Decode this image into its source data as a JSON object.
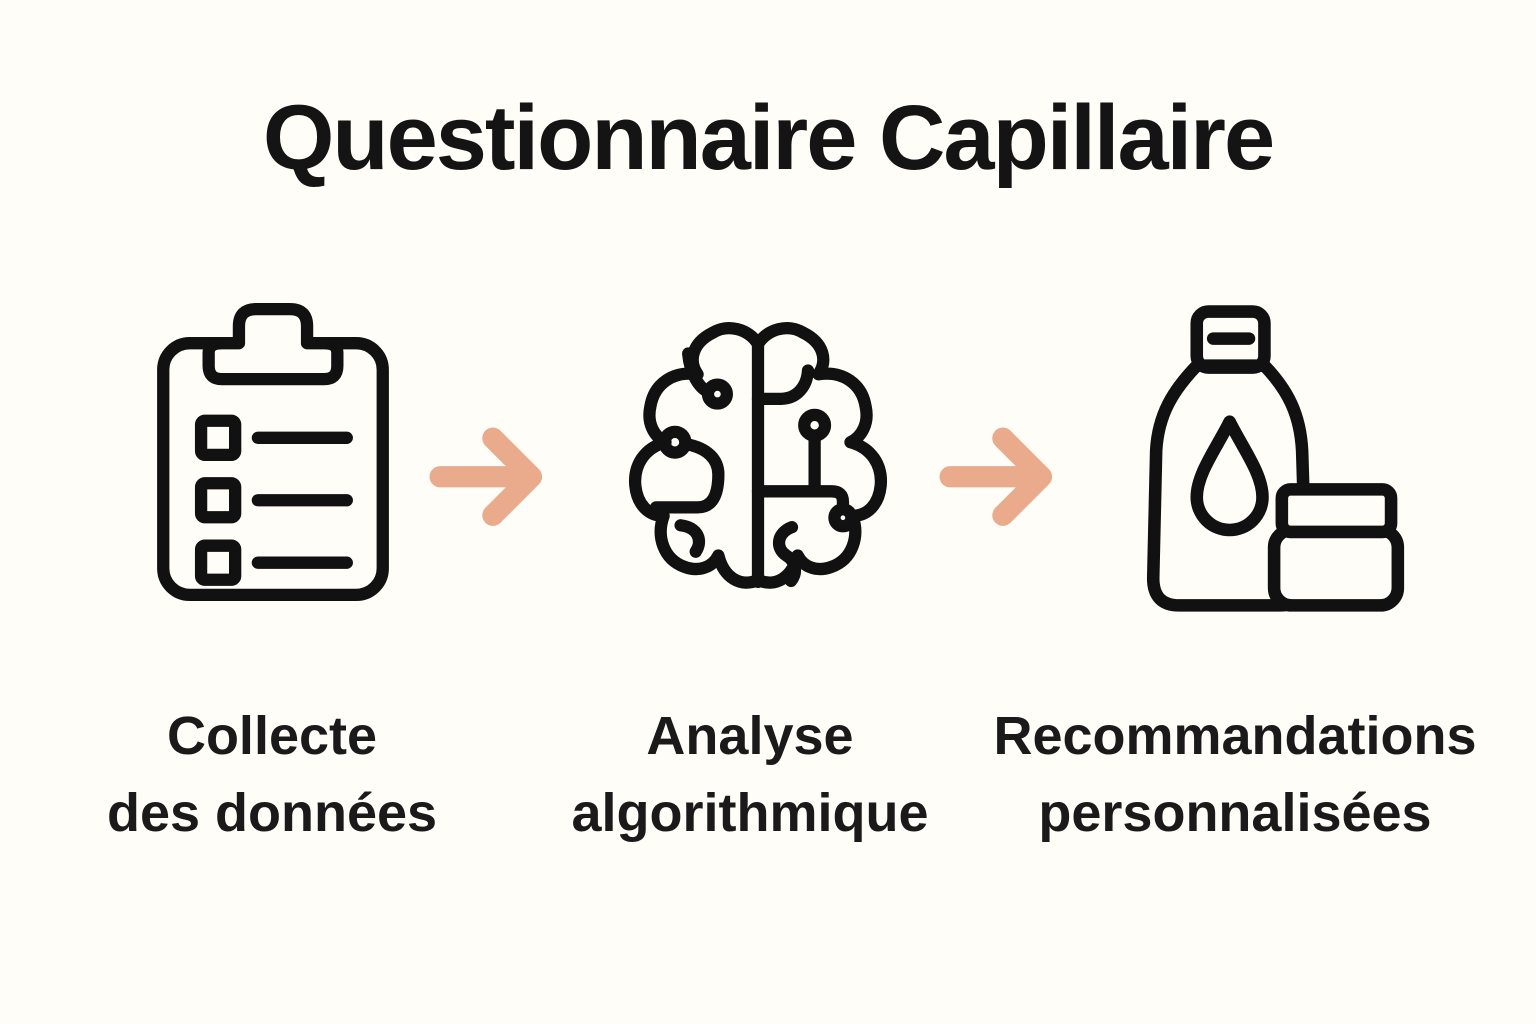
{
  "title": "Questionnaire Capillaire",
  "steps": [
    {
      "icon": "clipboard-checklist",
      "line1": "Collecte",
      "line2": "des données"
    },
    {
      "icon": "ai-brain",
      "line1": "Analyse",
      "line2": "algorithmique"
    },
    {
      "icon": "product-bottles",
      "line1": "Recommandations",
      "line2": "personnalisées"
    }
  ],
  "arrows": [
    {
      "name": "arrow-step1-to-step2"
    },
    {
      "name": "arrow-step2-to-step3"
    }
  ],
  "colors": {
    "background": "#FFFDF8",
    "text": "#1a1a1a",
    "icon_stroke": "#111111",
    "arrow": "#EAAB8D"
  }
}
